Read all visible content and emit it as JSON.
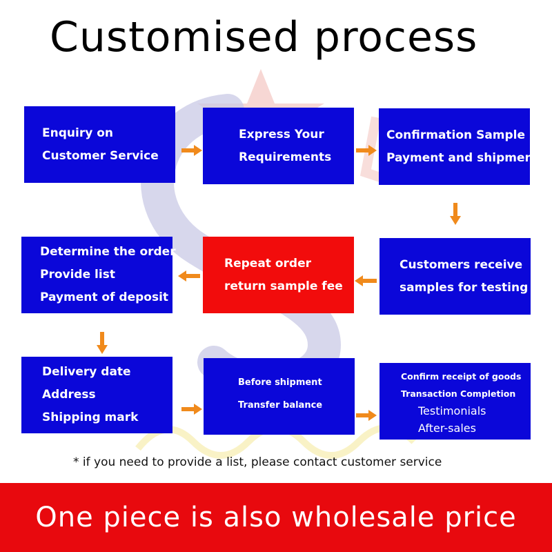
{
  "title": "Customised process",
  "steps": {
    "enquiry": [
      "Enquiry on",
      "Customer Service"
    ],
    "express": [
      "Express Your",
      "Requirements"
    ],
    "confirmation": [
      "Confirmation Sample",
      "Payment and shipment"
    ],
    "receive": [
      "Customers receive",
      "samples for testing"
    ],
    "repeat": [
      "Repeat order",
      "return sample fee"
    ],
    "determine": [
      "Determine the order",
      "Provide list",
      "Payment of deposit"
    ],
    "delivery": [
      "Delivery date",
      "Address",
      "Shipping mark"
    ],
    "before": [
      "Before shipment",
      "Transfer balance"
    ],
    "confirm": [
      "Confirm receipt of goods",
      "Transaction Completion",
      "Testimonials",
      "After-sales"
    ]
  },
  "note": "*  if you need to provide a list, please contact customer service",
  "banner": "One piece is also wholesale price",
  "colors": {
    "box_blue": "#0b07d9",
    "box_red": "#f20c0c",
    "arrow_orange": "#f08a1c",
    "banner_red": "#e8090e"
  },
  "icons": {
    "arrow": "arrow-icon",
    "background": "watermark-logo"
  }
}
